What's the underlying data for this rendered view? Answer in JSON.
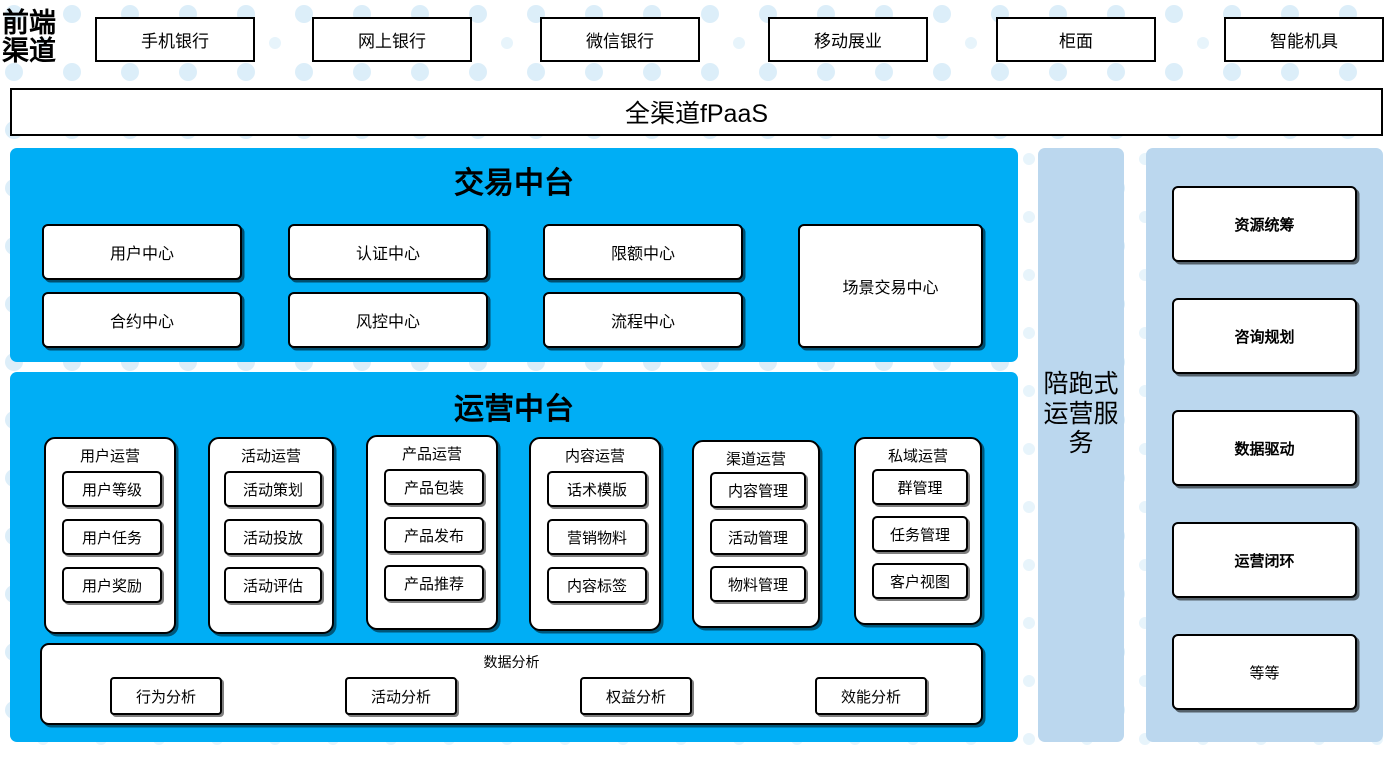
{
  "frontend": {
    "label": "前端渠道",
    "label_lines": [
      "前端",
      "渠道"
    ],
    "channels": [
      {
        "name": "手机银行"
      },
      {
        "name": "网上银行"
      },
      {
        "name": "微信银行"
      },
      {
        "name": "移动展业"
      },
      {
        "name": "柜面"
      },
      {
        "name": "智能机具"
      }
    ]
  },
  "platform_bar": {
    "label": "全渠道fPaaS"
  },
  "transaction_platform": {
    "title": "交易中台",
    "modules": [
      {
        "name": "用户中心"
      },
      {
        "name": "认证中心"
      },
      {
        "name": "限额中心"
      },
      {
        "name": "合约中心"
      },
      {
        "name": "风控中心"
      },
      {
        "name": "流程中心"
      },
      {
        "name": "场景交易中心"
      }
    ]
  },
  "operation_platform": {
    "title": "运营中台",
    "groups": [
      {
        "title": "用户运营",
        "items": [
          "用户等级",
          "用户任务",
          "用户奖励"
        ]
      },
      {
        "title": "活动运营",
        "items": [
          "活动策划",
          "活动投放",
          "活动评估"
        ]
      },
      {
        "title": "产品运营",
        "items": [
          "产品包装",
          "产品发布",
          "产品推荐"
        ]
      },
      {
        "title": "内容运营",
        "items": [
          "话术模版",
          "营销物料",
          "内容标签"
        ]
      },
      {
        "title": "渠道运营",
        "items": [
          "内容管理",
          "活动管理",
          "物料管理"
        ]
      },
      {
        "title": "私域运营",
        "items": [
          "群管理",
          "任务管理",
          "客户视图"
        ]
      }
    ],
    "data_analysis": {
      "title": "数据分析",
      "items": [
        "行为分析",
        "活动分析",
        "权益分析",
        "效能分析"
      ]
    }
  },
  "service_column": {
    "label": "陪跑式运营服务"
  },
  "capability_column": {
    "items": [
      {
        "name": "资源统筹",
        "bold": true
      },
      {
        "name": "咨询规划",
        "bold": true
      },
      {
        "name": "数据驱动",
        "bold": true
      },
      {
        "name": "运营闭环",
        "bold": true
      },
      {
        "name": "等等",
        "bold": false
      }
    ]
  },
  "colors": {
    "cyan_panel": "#00AEF5",
    "light_blue_panel": "#BBD7EE",
    "background_dot": "#DCEEF9",
    "border": "#000000",
    "surface": "#FFFFFF"
  }
}
